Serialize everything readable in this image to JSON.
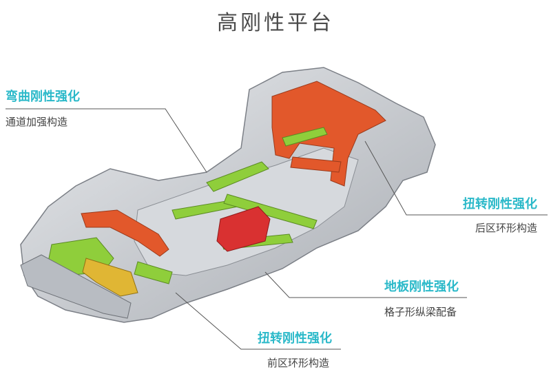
{
  "title": "高刚性平台",
  "callouts": {
    "bending": {
      "title": "弯曲刚性强化",
      "desc": "通道加强构造"
    },
    "torsion_rear": {
      "title": "扭转刚性强化",
      "desc": "后区环形构造"
    },
    "floor": {
      "title": "地板刚性强化",
      "desc": "格子形纵梁配备"
    },
    "torsion_front": {
      "title": "扭转刚性强化",
      "desc": "前区环形构造"
    }
  },
  "colors": {
    "accent": "#2bb9c9",
    "orange_structure": "#e2582b",
    "green_structure": "#8fce3b",
    "red_structure": "#d93131",
    "yellow_structure": "#e0b634",
    "body_gray": "#c9ccd1"
  }
}
